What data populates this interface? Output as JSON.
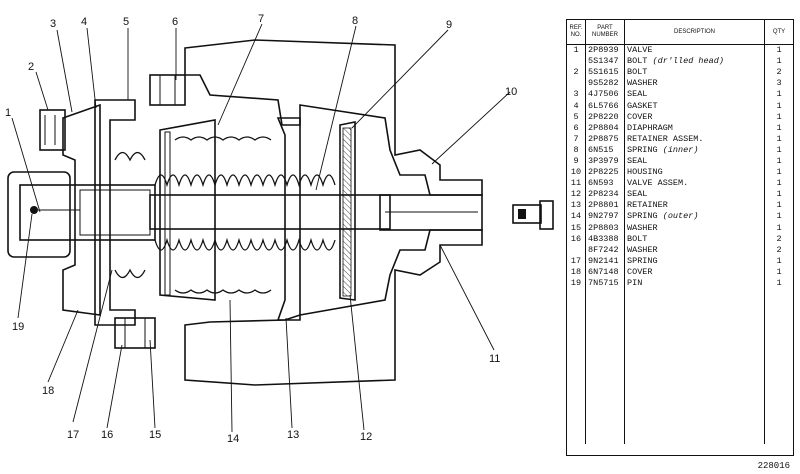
{
  "table": {
    "headers": {
      "ref": "REF. NO.",
      "part": "PART NUMBER",
      "desc": "DESCRIPTION",
      "qty": "QTY"
    },
    "rows": [
      {
        "ref": "1",
        "part": "2P8939",
        "desc": "VALVE",
        "note": "",
        "qty": "1"
      },
      {
        "ref": "",
        "part": "5S1347",
        "desc": "BOLT",
        "note": "(dr'lled head)",
        "qty": "1"
      },
      {
        "ref": "2",
        "part": "5S1615",
        "desc": "BOLT",
        "note": "",
        "qty": "2"
      },
      {
        "ref": "",
        "part": "9S5282",
        "desc": "WASHER",
        "note": "",
        "qty": "3"
      },
      {
        "ref": "3",
        "part": "4J7506",
        "desc": "SEAL",
        "note": "",
        "qty": "1"
      },
      {
        "ref": "4",
        "part": "6L5766",
        "desc": "GASKET",
        "note": "",
        "qty": "1"
      },
      {
        "ref": "5",
        "part": "2P8220",
        "desc": "COVER",
        "note": "",
        "qty": "1"
      },
      {
        "ref": "6",
        "part": "2P8804",
        "desc": "DIAPHRAGM",
        "note": "",
        "qty": "1"
      },
      {
        "ref": "7",
        "part": "2P8875",
        "desc": "RETAINER ASSEM.",
        "note": "",
        "qty": "1"
      },
      {
        "ref": "8",
        "part": "6N515",
        "desc": "SPRING",
        "note": "(inner)",
        "qty": "1"
      },
      {
        "ref": "9",
        "part": "3P3979",
        "desc": "SEAL",
        "note": "",
        "qty": "1"
      },
      {
        "ref": "10",
        "part": "2P8225",
        "desc": "HOUSING",
        "note": "",
        "qty": "1"
      },
      {
        "ref": "11",
        "part": "6N593",
        "desc": "VALVE ASSEM.",
        "note": "",
        "qty": "1"
      },
      {
        "ref": "12",
        "part": "2P8234",
        "desc": "SEAL",
        "note": "",
        "qty": "1"
      },
      {
        "ref": "13",
        "part": "2P8801",
        "desc": "RETAINER",
        "note": "",
        "qty": "1"
      },
      {
        "ref": "14",
        "part": "9N2797",
        "desc": "SPRING",
        "note": "(outer)",
        "qty": "1"
      },
      {
        "ref": "15",
        "part": "2P8803",
        "desc": "WASHER",
        "note": "",
        "qty": "1"
      },
      {
        "ref": "16",
        "part": "4B3388",
        "desc": "BOLT",
        "note": "",
        "qty": "2"
      },
      {
        "ref": "",
        "part": "8F7242",
        "desc": "WASHER",
        "note": "",
        "qty": "2"
      },
      {
        "ref": "17",
        "part": "9N2141",
        "desc": "SPRING",
        "note": "",
        "qty": "1"
      },
      {
        "ref": "18",
        "part": "6N7148",
        "desc": "COVER",
        "note": "",
        "qty": "1"
      },
      {
        "ref": "19",
        "part": "7N5715",
        "desc": "PIN",
        "note": "",
        "qty": "1"
      },
      {
        "ref": "",
        "part": "",
        "desc": "",
        "note": "",
        "qty": ""
      },
      {
        "ref": "",
        "part": "",
        "desc": "",
        "note": "",
        "qty": ""
      },
      {
        "ref": "",
        "part": "",
        "desc": "",
        "note": "",
        "qty": ""
      },
      {
        "ref": "",
        "part": "",
        "desc": "",
        "note": "",
        "qty": ""
      },
      {
        "ref": "",
        "part": "",
        "desc": "",
        "note": "",
        "qty": ""
      },
      {
        "ref": "",
        "part": "",
        "desc": "",
        "note": "",
        "qty": ""
      },
      {
        "ref": "",
        "part": "",
        "desc": "",
        "note": "",
        "qty": ""
      },
      {
        "ref": "",
        "part": "",
        "desc": "",
        "note": "",
        "qty": ""
      },
      {
        "ref": "",
        "part": "",
        "desc": "",
        "note": "",
        "qty": ""
      },
      {
        "ref": "",
        "part": "",
        "desc": "",
        "note": "",
        "qty": ""
      },
      {
        "ref": "",
        "part": "",
        "desc": "",
        "note": "",
        "qty": ""
      },
      {
        "ref": "",
        "part": "",
        "desc": "",
        "note": "",
        "qty": ""
      },
      {
        "ref": "",
        "part": "",
        "desc": "",
        "note": "",
        "qty": ""
      },
      {
        "ref": "",
        "part": "",
        "desc": "",
        "note": "",
        "qty": ""
      }
    ]
  },
  "callouts": {
    "c1": "1",
    "c2": "2",
    "c3": "3",
    "c4": "4",
    "c5": "5",
    "c6": "6",
    "c7": "7",
    "c8": "8",
    "c9": "9",
    "c10": "10",
    "c11": "11",
    "c12": "12",
    "c13": "13",
    "c14": "14",
    "c15": "15",
    "c16": "16",
    "c17": "17",
    "c18": "18",
    "c19": "19"
  },
  "figure_id": "228016"
}
